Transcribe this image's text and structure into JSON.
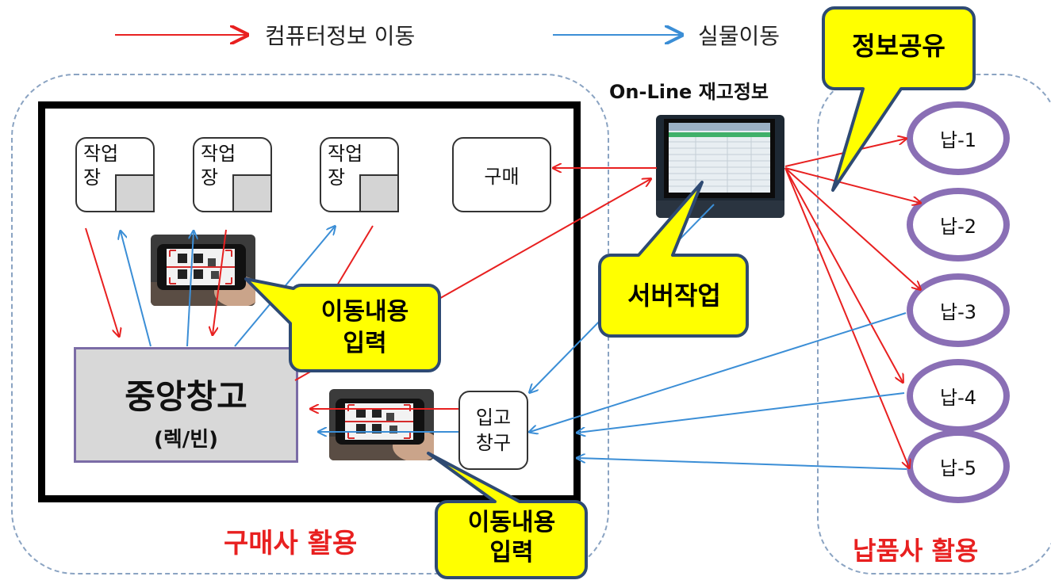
{
  "legend": {
    "info_label": "컴퓨터정보 이동",
    "goods_label": "실물이동",
    "info_color": "#e82020",
    "goods_color": "#3b8ed6"
  },
  "buyer": {
    "work1": [
      "작업",
      "장"
    ],
    "work2": [
      "작업",
      "장"
    ],
    "work3": [
      "작업",
      "장"
    ],
    "purchase": "구매",
    "warehouse_title": "중앙창고",
    "warehouse_sub": "(렉/빈)",
    "receiving": [
      "입고",
      "창구"
    ],
    "footer": "구매사 활용"
  },
  "server": {
    "title": "On-Line 재고정보"
  },
  "suppliers": {
    "items": [
      "납-1",
      "납-2",
      "납-3",
      "납-4",
      "납-5"
    ],
    "footer": "납품사 활용"
  },
  "callouts": {
    "share": "정보공유",
    "server_work": "서버작업",
    "input_top": [
      "이동내용",
      "입력"
    ],
    "input_bottom": [
      "이동내용",
      "입력"
    ]
  },
  "colors": {
    "callout_fill": "#ffff00",
    "callout_border": "#2e4a73",
    "ellipse_border": "#8a6fb5",
    "footer_red": "#e82020"
  }
}
